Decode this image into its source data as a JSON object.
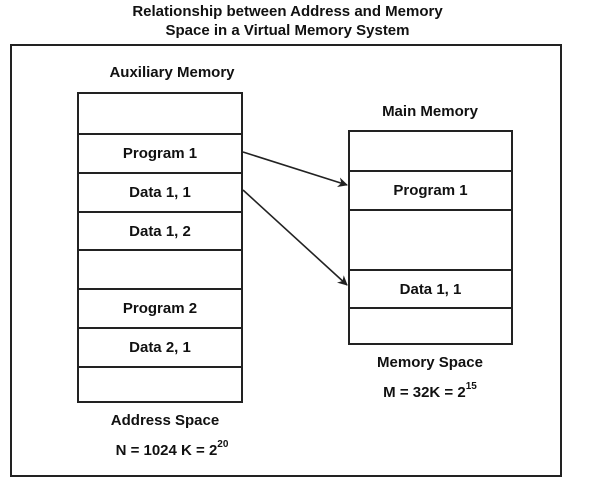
{
  "title": {
    "line1": "Relationship between Address and Memory",
    "line2": "Space in a Virtual Memory System"
  },
  "auxiliary_memory": {
    "heading": "Auxiliary Memory",
    "cells": [
      "",
      "Program 1",
      "Data 1, 1",
      "Data 1, 2",
      "",
      "Program 2",
      "Data 2, 1",
      ""
    ],
    "space_label": "Address Space",
    "size_prefix": "N = 1024 K = 2",
    "size_exponent": "20"
  },
  "main_memory": {
    "heading": "Main Memory",
    "cells": [
      "",
      "Program 1",
      "",
      "Data 1, 1",
      ""
    ],
    "space_label": "Memory Space",
    "size_prefix": "M = 32K = 2",
    "size_exponent": "15"
  },
  "arrows": [
    {
      "from": "auxiliary_memory.Program 1",
      "to": "main_memory.Program 1"
    },
    {
      "from": "auxiliary_memory.Data 1, 1",
      "to": "main_memory.Data 1, 1"
    }
  ],
  "colors": {
    "stroke": "#222222",
    "background": "#ffffff"
  }
}
